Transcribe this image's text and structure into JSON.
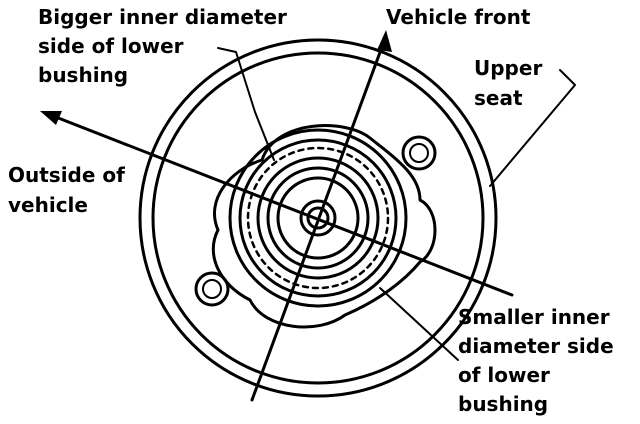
{
  "labels": {
    "bigger_inner_line1": "Bigger inner diameter",
    "bigger_inner_line2": "side of lower",
    "bigger_inner_line3": "bushing",
    "vehicle_front": "Vehicle front",
    "upper_seat_line1": "Upper",
    "upper_seat_line2": "seat",
    "outside_line1": "Outside of",
    "outside_line2": "vehicle",
    "smaller_inner_line1": "Smaller inner",
    "smaller_inner_line2": "diameter side",
    "smaller_inner_line3": "of lower",
    "smaller_inner_line4": "bushing"
  },
  "colors": {
    "ink": "#000000",
    "background": "#ffffff"
  }
}
